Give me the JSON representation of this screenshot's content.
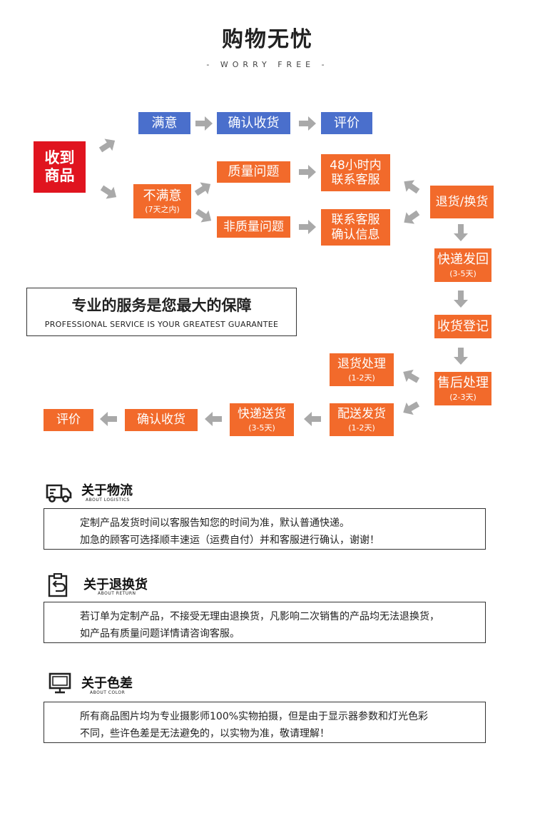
{
  "header": {
    "title": "购物无忧",
    "subtitle": "- WORRY FREE -"
  },
  "flow": {
    "received": "收到\n商品",
    "satisfied": "满意",
    "confirm_receipt": "确认收货",
    "review": "评价",
    "unsatisfied": "不满意",
    "unsatisfied_note": "(7天之内)",
    "quality_issue": "质量问题",
    "non_quality_issue": "非质量问题",
    "contact_48h": "48小时内\n联系客服",
    "contact_confirm": "联系客服\n确认信息",
    "return_exchange": "退货/换货",
    "express_back": "快递发回",
    "express_back_note": "(3-5天)",
    "receipt_register": "收货登记",
    "after_sales": "售后处理",
    "after_sales_note": "(2-3天)",
    "return_processing": "退货处理",
    "return_processing_note": "(1-2天)",
    "dispatch": "配送发货",
    "dispatch_note": "(1-2天)",
    "express_delivery": "快递送货",
    "express_delivery_note": "(3-5天)",
    "confirm_receipt_2": "确认收货",
    "review_2": "评价"
  },
  "banner": {
    "cn": "专业的服务是您最大的保障",
    "en": "PROFESSIONAL SERVICE IS YOUR GREATEST GUARANTEE"
  },
  "sections": {
    "logistics": {
      "title": "关于物流",
      "subtitle": "ABOUT LOGISTICS",
      "icon": "truck-icon",
      "line1": "定制产品发货时间以客服告知您的时间为准，默认普通快递。",
      "line2": "加急的顾客可选择顺丰速运（运费自付）并和客服进行确认，谢谢！"
    },
    "returns": {
      "title": "关于退换货",
      "subtitle": "ABOUT RETURN",
      "icon": "return-clipboard-icon",
      "line1": "若订单为定制产品，不接受无理由退换货，凡影响二次销售的产品均无法退换货，",
      "line2": "如产品有质量问题详情请咨询客服。"
    },
    "color": {
      "title": "关于色差",
      "subtitle": "ABOUT COLOR",
      "icon": "monitor-icon",
      "line1": "所有商品图片均为专业摄影师100%实物拍摄，但是由于显示器参数和灯光色彩",
      "line2": "不同，些许色差是无法避免的，以实物为准，敬请理解！"
    }
  },
  "colors": {
    "blue": "#4a6fcc",
    "orange": "#f26a2b",
    "red": "#e0141f",
    "arrow": "#a9a9a9"
  }
}
